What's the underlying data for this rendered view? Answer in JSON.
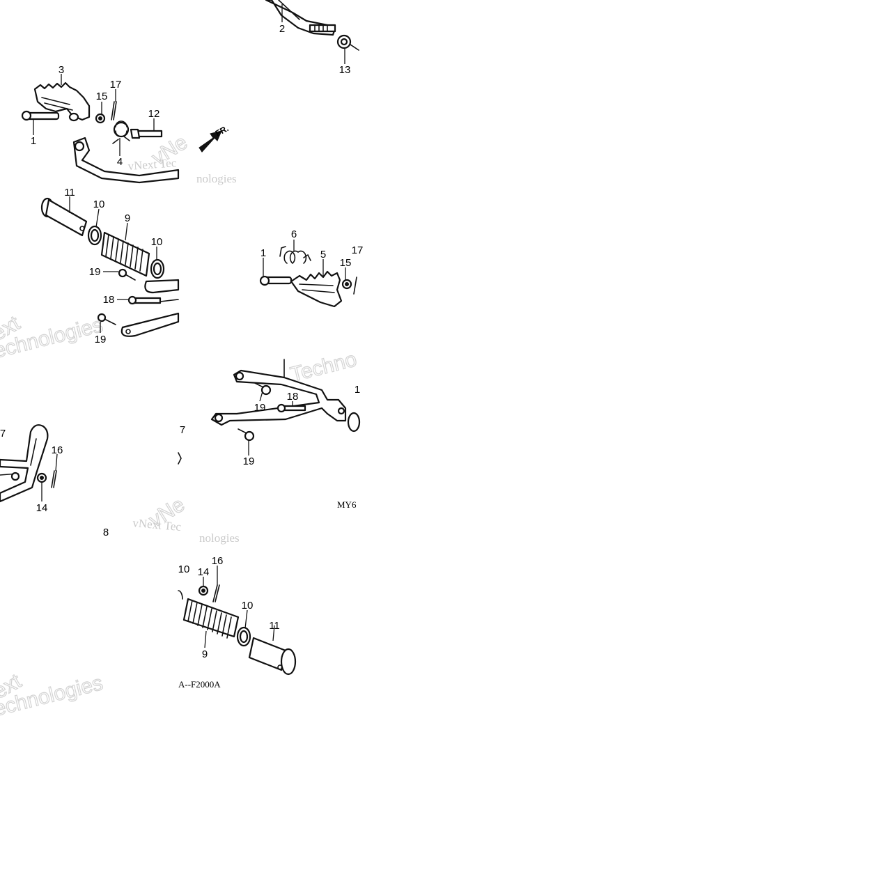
{
  "diagram": {
    "callouts": [
      "1",
      "2",
      "3",
      "4",
      "5",
      "6",
      "7",
      "8",
      "9",
      "10",
      "11",
      "12",
      "13",
      "14",
      "15",
      "16",
      "17",
      "18",
      "19"
    ],
    "direction_label": "FR.",
    "code_fragments": [
      "MY6",
      "A--F2000A"
    ],
    "watermark": {
      "line1": "vNext Tec",
      "line2": "nologies",
      "big_a": "Techno",
      "big_b": "ext",
      "big_c": "echnologies"
    }
  },
  "colors": {
    "ink": "#111111",
    "watermark": "#b9b9b9",
    "background": "#ffffff"
  }
}
